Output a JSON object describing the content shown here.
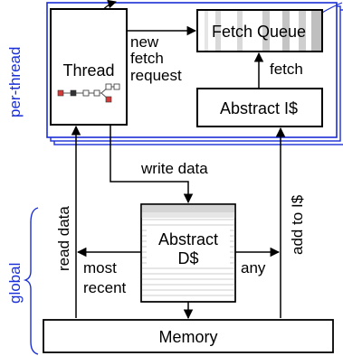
{
  "colors": {
    "accent_blue": "#1a2fd6",
    "grey_stripe": "#bfbfbf",
    "light_stripe": "#e6e6e6",
    "thread_icon_red": "#d33a3a",
    "thread_icon_dark": "#333333"
  },
  "regions": {
    "per_thread": "per-thread",
    "global": "global"
  },
  "boxes": {
    "thread": "Thread",
    "fetch_queue": "Fetch Queue",
    "abstract_icache": "Abstract I$",
    "abstract_dcache_line1": "Abstract",
    "abstract_dcache_line2": "D$",
    "memory": "Memory"
  },
  "edges": {
    "new_fetch_request_line1": "new",
    "new_fetch_request_line2": "fetch",
    "new_fetch_request_line3": "request",
    "fetch": "fetch",
    "write_data": "write data",
    "read_data": "read data",
    "add_to_icache": "add to I$",
    "most_recent_line1": "most",
    "most_recent_line2": "recent",
    "any": "any"
  }
}
